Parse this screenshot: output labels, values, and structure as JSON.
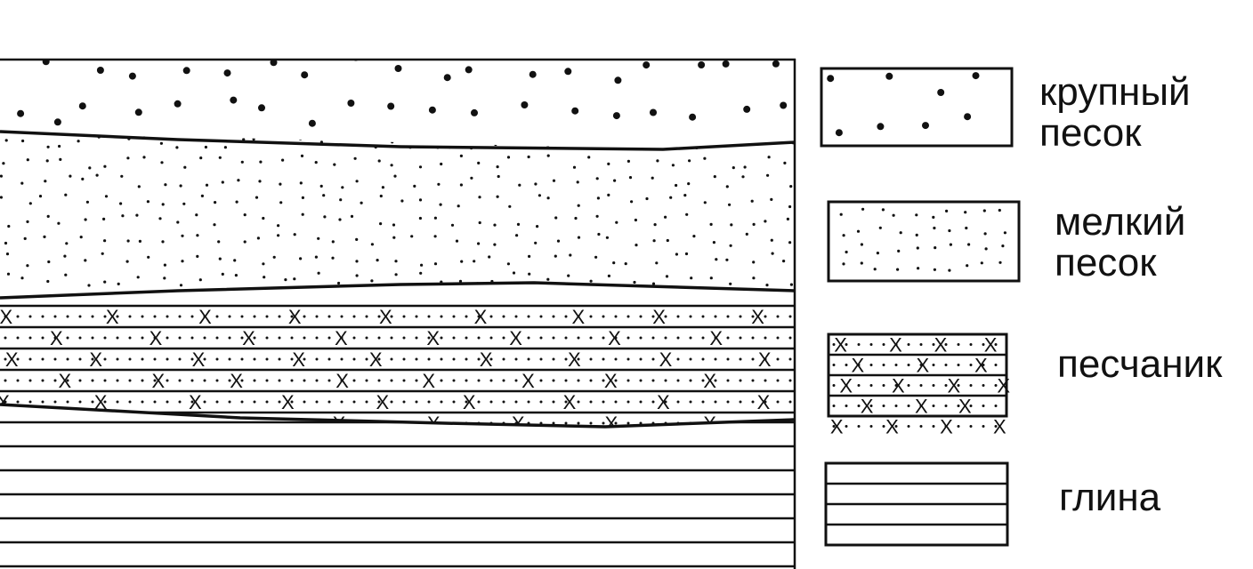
{
  "legend": [
    {
      "id": "coarse_sand",
      "line1": "крупный",
      "line2": "песок"
    },
    {
      "id": "fine_sand",
      "line1": "мелкий",
      "line2": "песок"
    },
    {
      "id": "sandstone",
      "line1": "песчаник",
      "line2": ""
    },
    {
      "id": "clay",
      "line1": "глина",
      "line2": ""
    }
  ],
  "colors": {
    "ink": "#111111",
    "paper": "#ffffff"
  }
}
